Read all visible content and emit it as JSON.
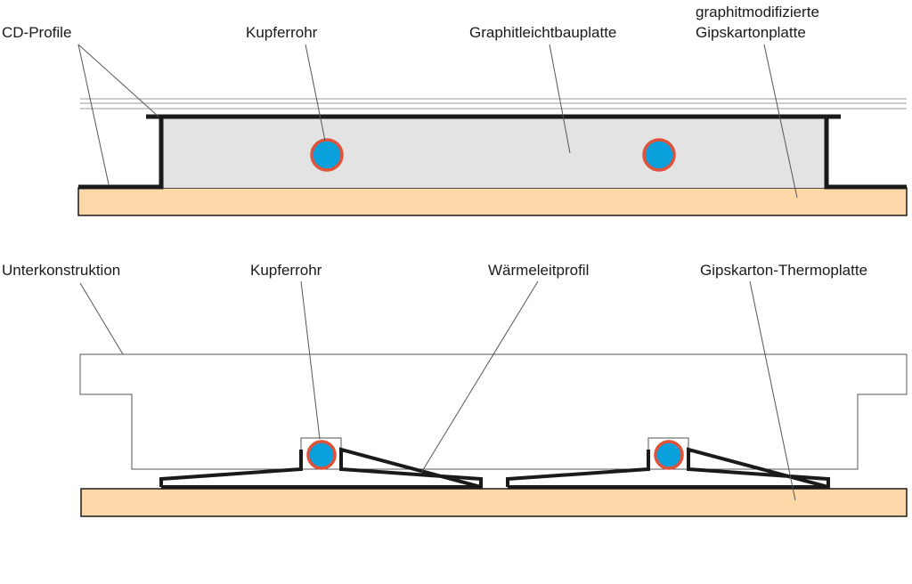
{
  "top_section": {
    "labels": {
      "cd_profile": "CD-Profile",
      "copper_pipe": "Kupferrohr",
      "graphite_board": "Graphitleichtbauplatte",
      "modified_gypsum_line1": "graphitmodifizierte",
      "modified_gypsum_line2": "Gipskartonplatte"
    }
  },
  "bottom_section": {
    "labels": {
      "substructure": "Unterkonstruktion",
      "copper_pipe": "Kupferrohr",
      "heat_profile": "Wärmeleitprofil",
      "thermo_board": "Gipskarton-Thermoplatte"
    }
  },
  "colors": {
    "gypsum_board": "#fcd8a8",
    "graphite_board": "#e3e3e3",
    "pipe_fill": "#0aa0dc",
    "pipe_ring": "#e0533a",
    "profile_stroke": "#1a1a1a",
    "leader_line": "#555555"
  }
}
